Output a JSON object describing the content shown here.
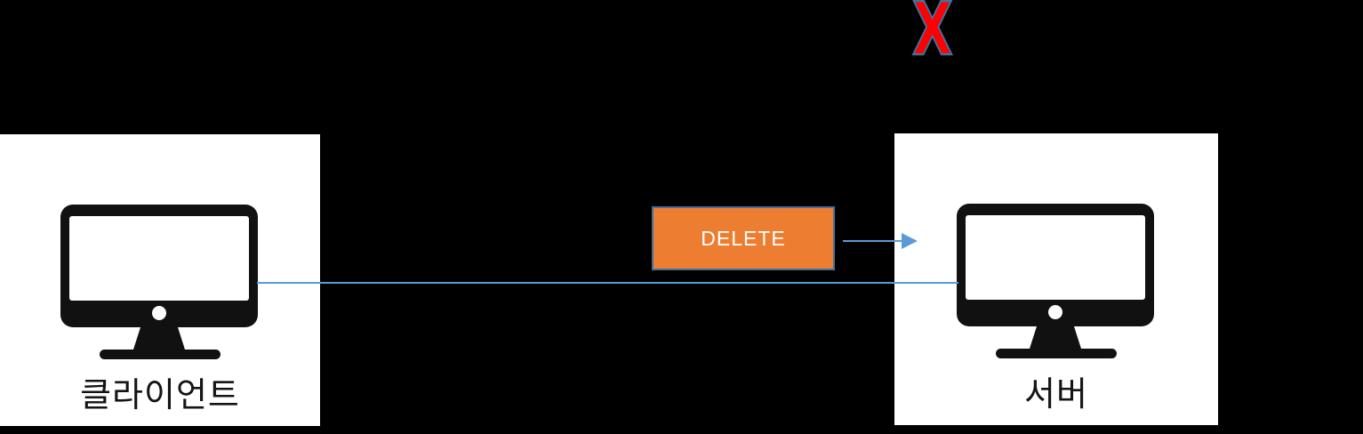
{
  "canvas": {
    "background": "#000000",
    "node_background": "#FFFFFF"
  },
  "nodes": {
    "client": {
      "label": "클라이언트",
      "icon": "monitor-icon"
    },
    "server": {
      "label": "서버",
      "icon": "monitor-icon"
    }
  },
  "request": {
    "label": "DELETE",
    "fill_color": "#ED7D31",
    "border_color": "#41719C",
    "text_color": "#FFFFFF"
  },
  "connector": {
    "color": "#5B9BD5",
    "arrow_direction": "right"
  },
  "failure_mark": {
    "glyph": "X",
    "fill_color": "#FF0000",
    "outline_color": "#41719C"
  }
}
